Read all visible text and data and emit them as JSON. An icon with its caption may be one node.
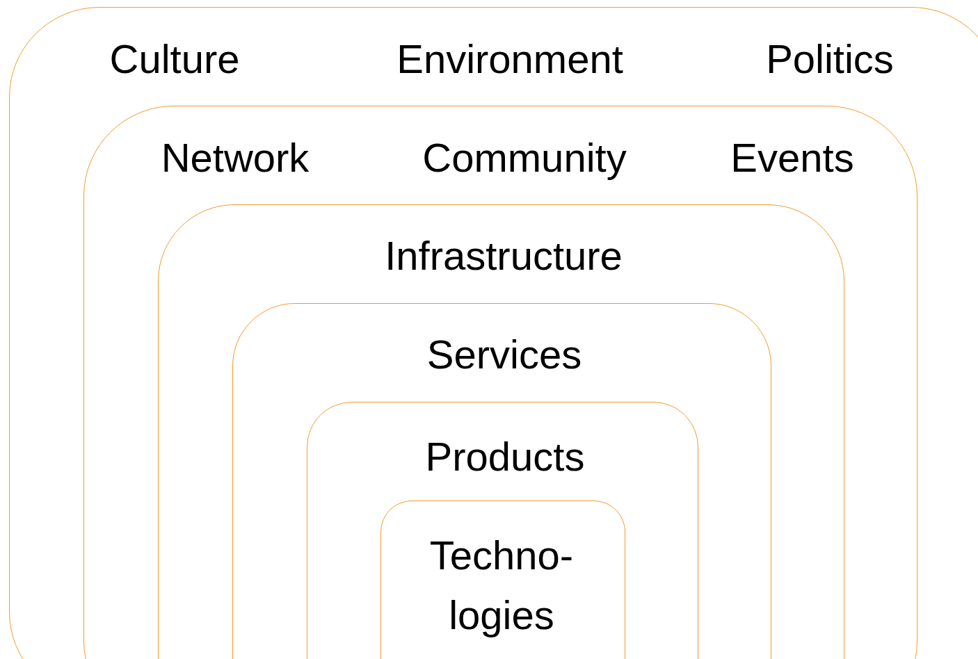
{
  "diagram": {
    "nodes": [
      {
        "text": [
          "Culture",
          "Environment",
          "Politics"
        ]
      },
      {
        "text": [
          "Network",
          "Community",
          "Events"
        ],
        "in": 0
      },
      {
        "text": [
          "Infrastructure"
        ],
        "in": 1
      },
      {
        "text": [
          "Services"
        ],
        "in": 2
      },
      {
        "text": [
          "Products"
        ],
        "in": 3
      },
      {
        "text": [
          "Techno- logies"
        ],
        "in": 4
      }
    ]
  }
}
